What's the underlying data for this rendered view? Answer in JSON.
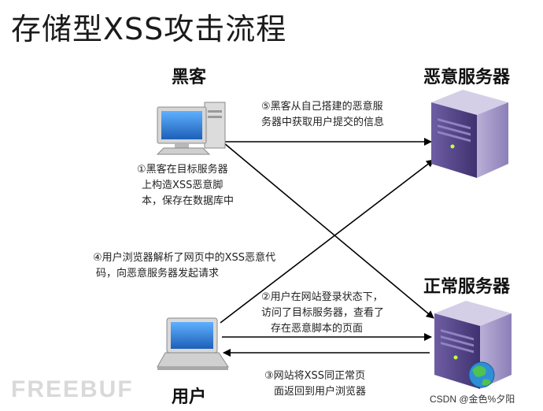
{
  "title": "存储型XSS攻击流程",
  "nodes": {
    "hacker": {
      "label": "黑客",
      "icon": "desktop-computer-icon"
    },
    "evil_server": {
      "label": "恶意服务器",
      "icon": "server-tower-icon"
    },
    "normal_server": {
      "label": "正常服务器",
      "icon": "server-tower-icon"
    },
    "user": {
      "label": "用户",
      "icon": "laptop-icon"
    }
  },
  "steps": {
    "step1": [
      "①黑客在目标服务器",
      "上构造XSS恶意脚",
      "本，保存在数据库中"
    ],
    "step2": [
      "②用户在网站登录状态下，",
      "访问了目标服务器，查看了",
      "存在恶意脚本的页面"
    ],
    "step3": [
      "③网站将XSS同正常页",
      "面返回到用户浏览器"
    ],
    "step4": [
      "④用户浏览器解析了网页中的XSS恶意代",
      "码，向恶意服务器发起请求"
    ],
    "step5": [
      "⑤黑客从自己搭建的恶意服",
      "务器中获取用户提交的信息"
    ]
  },
  "watermark": "FREEBUF",
  "credit": "CSDN @金色%夕阳",
  "colors": {
    "arrow": "#000000",
    "screen": "#2f7fd6",
    "server": "#5c4a8e"
  }
}
